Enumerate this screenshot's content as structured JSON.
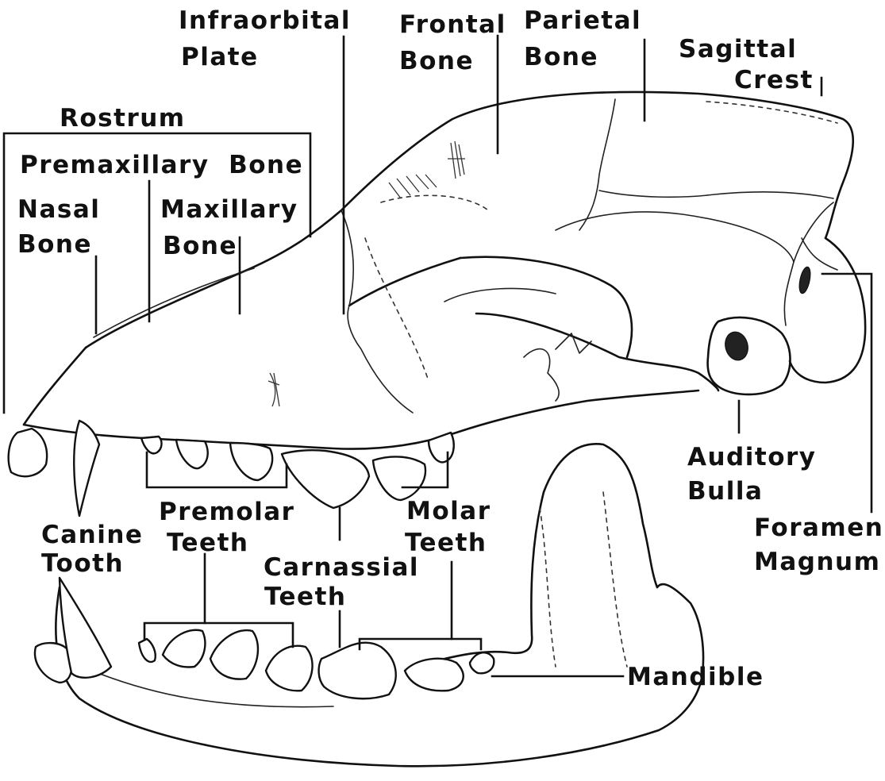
{
  "labels": {
    "infraorbital": [
      "Infraorbital",
      "Plate"
    ],
    "frontal": [
      "Frontal",
      "Bone"
    ],
    "parietal": [
      "Parietal",
      "Bone"
    ],
    "sagittal": [
      "Sagittal",
      "Crest"
    ],
    "rostrum": "Rostrum",
    "premaxillary": "Premaxillary  Bone",
    "nasal": [
      "Nasal",
      "Bone"
    ],
    "maxillary": [
      "Maxillary",
      "Bone"
    ],
    "auditory": [
      "Auditory",
      "Bulla"
    ],
    "foramen": [
      "Foramen",
      "Magnum"
    ],
    "premolar": [
      "Premolar",
      "Teeth"
    ],
    "molar": [
      "Molar",
      "Teeth"
    ],
    "canine": [
      "Canine",
      "Tooth"
    ],
    "carnassial": [
      "Carnassial",
      "Teeth"
    ],
    "mandible": "Mandible"
  }
}
